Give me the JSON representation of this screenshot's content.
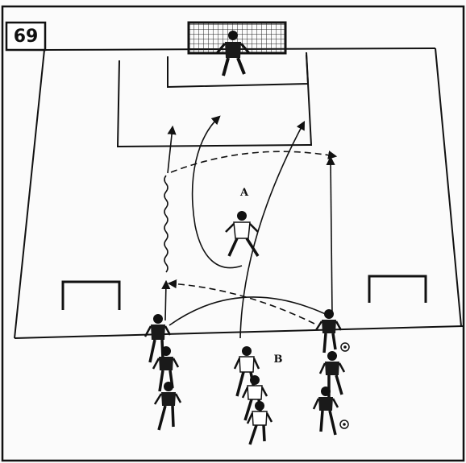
{
  "diagram": {
    "number": "69",
    "zone_a_label": "A",
    "zone_b_label": "B"
  },
  "colors": {
    "ink": "#111111",
    "paper": "#fbfbfb",
    "shirt": "#1a1a1a"
  }
}
